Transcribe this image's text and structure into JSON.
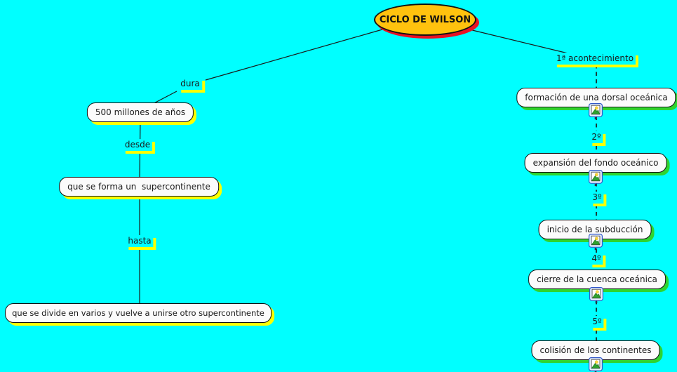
{
  "map": {
    "title": "CICLO DE WILSON"
  },
  "left_branch": {
    "links": [
      "dura",
      "desde",
      "hasta"
    ],
    "nodes": [
      "500 millones de años",
      "que se forma un  supercontinente",
      "que se divide en varios y vuelve a unirse otro supercontinente"
    ]
  },
  "right_branch": {
    "links": [
      "1ª acontecimiento",
      "2º",
      "3º",
      "4º",
      "5º"
    ],
    "nodes": [
      "formación de una dorsal oceánica",
      "expansión del fondo oceánico",
      "inicio de la subducción",
      "cierre de la cuenca oceánica",
      "colisión de los continentes"
    ]
  },
  "icons": {
    "resource": "image-resource-icon"
  },
  "colors": {
    "background": "#00FFFF",
    "root_fill": "#FFC20E",
    "root_shadow": "#E81123",
    "left_shadow": "#FFFF00",
    "right_shadow": "#2FD42F",
    "node_fill": "#FBFBFB",
    "line": "#1A1A1A"
  }
}
